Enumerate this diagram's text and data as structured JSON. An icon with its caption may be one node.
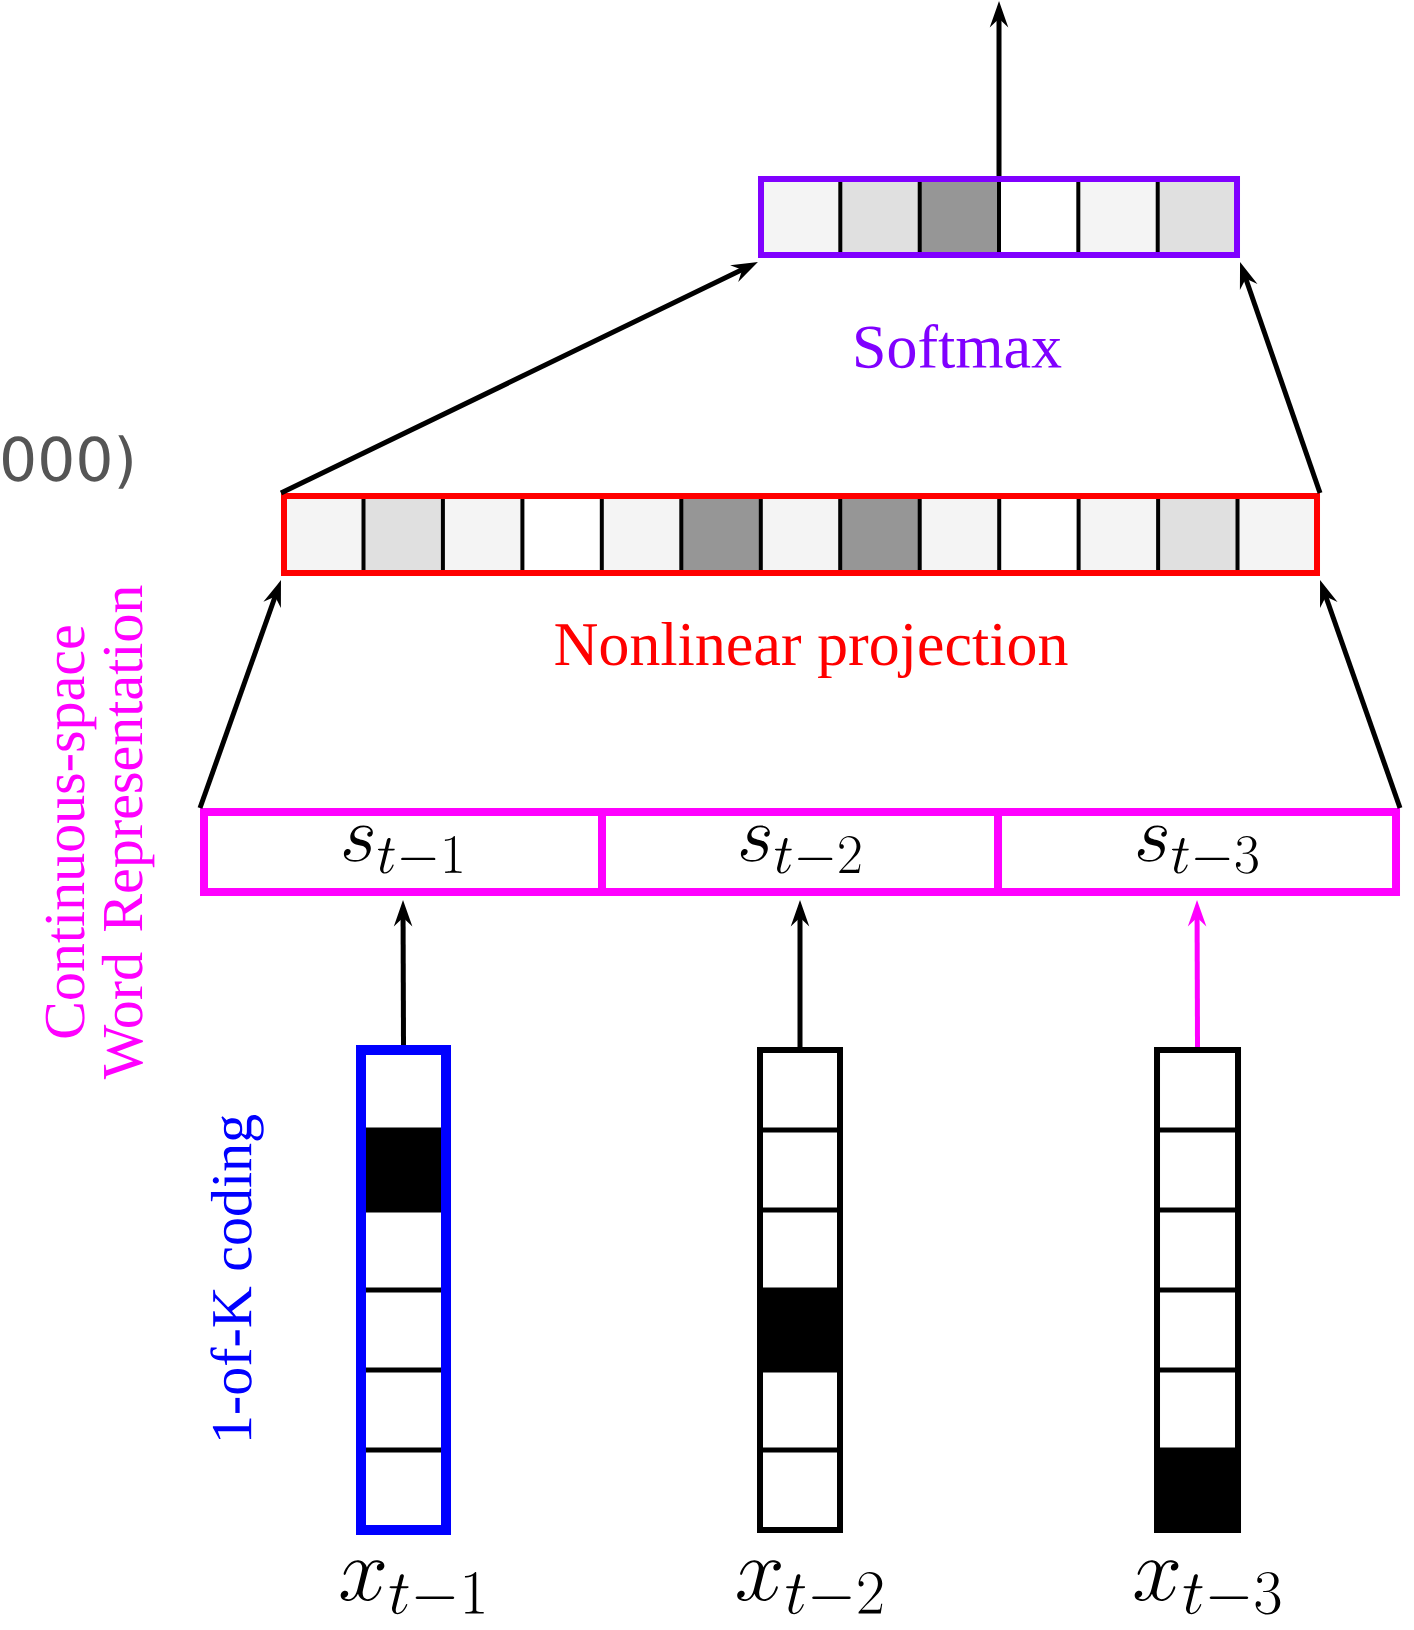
{
  "diagram": {
    "nodes": [
      {
        "text": [],
        "shape": "bar",
        "beside": [
          "Softmax"
        ]
      },
      {
        "text": [],
        "shape": "bar",
        "beside": [
          "Nonlinear projection"
        ]
      },
      {
        "text": [
          "s_{t-1}"
        ]
      },
      {
        "text": [
          "s_{t-2}"
        ]
      },
      {
        "text": [
          "s_{t-3}"
        ]
      },
      {
        "text": [
          "x_{t-1}"
        ]
      },
      {
        "text": [
          "x_{t-2}"
        ]
      },
      {
        "text": [
          "x_{t-3}"
        ]
      }
    ],
    "edges": [
      {
        "from": 0,
        "to": null,
        "arrow": "to"
      },
      {
        "from": 1,
        "to": 0,
        "arrow": "to"
      },
      {
        "from": 1,
        "to": 0,
        "arrow": "to"
      },
      {
        "from": 2,
        "to": 1,
        "arrow": "to"
      },
      {
        "from": 4,
        "to": 1,
        "arrow": "to"
      },
      {
        "from": 5,
        "to": 2,
        "arrow": "to"
      },
      {
        "from": 6,
        "to": 3,
        "arrow": "to"
      },
      {
        "from": 7,
        "to": 4,
        "arrow": "to",
        "color": "#ff00ff"
      }
    ],
    "labels": [
      "000)",
      "Continuous-space Word Representation",
      "1-of-K coding"
    ]
  }
}
